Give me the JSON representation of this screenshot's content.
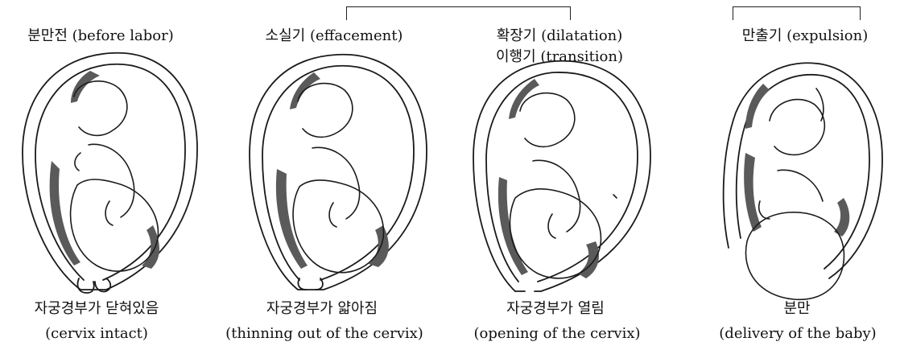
{
  "stages": [
    {
      "heading": "분만전 (before labor)",
      "heading2": "",
      "caption_ko": "자궁경부가 닫혀있음",
      "caption_en": "(cervix intact)"
    },
    {
      "heading": "소실기 (effacement)",
      "heading2": "",
      "caption_ko": "자궁경부가 얇아짐",
      "caption_en": "(thinning out of the cervix)"
    },
    {
      "heading": "확장기 (dilatation)",
      "heading2": "이행기 (transition)",
      "caption_ko": "자궁경부가 열림",
      "caption_en": "(opening of the cervix)"
    },
    {
      "heading": "만출기 (expulsion)",
      "heading2": "",
      "caption_ko": "분만",
      "caption_en": "(delivery of the baby)"
    }
  ],
  "colors": {
    "line": "#1a1a1a",
    "shade": "#5a5a5a",
    "background": "#ffffff"
  }
}
